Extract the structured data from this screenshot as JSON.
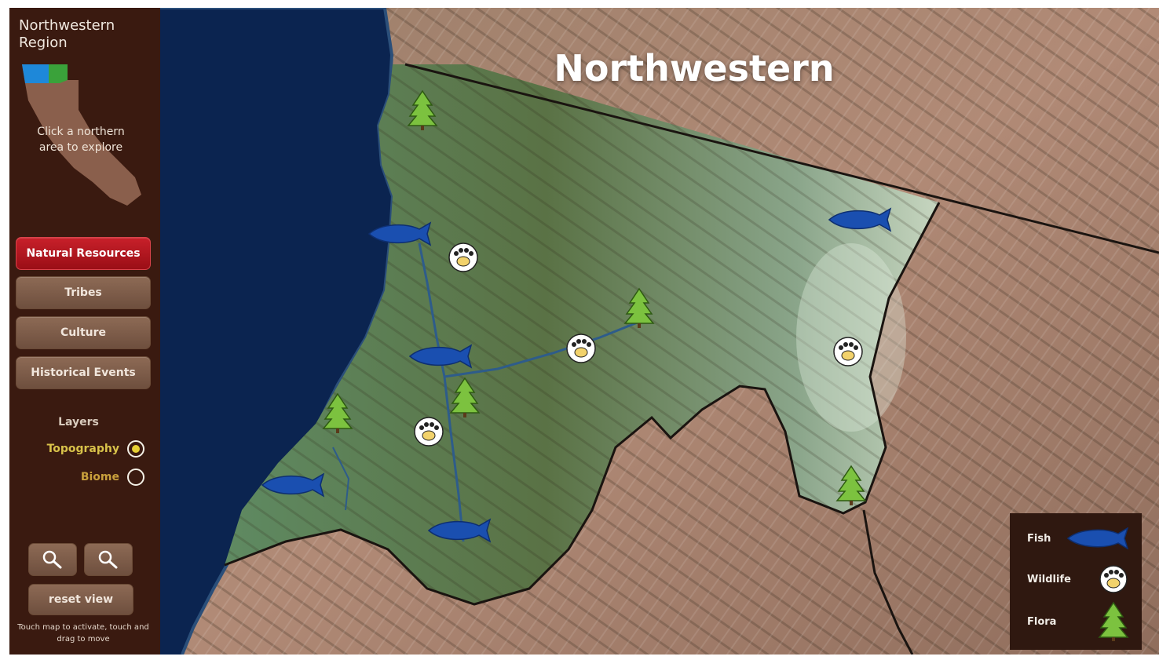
{
  "sidebar": {
    "region_title": "Northwestern Region",
    "thumbnail_instruction": "Click a northern area to explore",
    "nav": [
      {
        "label": "Natural Resources",
        "active": true
      },
      {
        "label": "Tribes",
        "active": false
      },
      {
        "label": "Culture",
        "active": false
      },
      {
        "label": "Historical Events",
        "active": false
      }
    ],
    "layers": {
      "title": "Layers",
      "options": [
        {
          "label": "Topography",
          "selected": true
        },
        {
          "label": "Biome",
          "selected": false
        }
      ]
    },
    "zoom_in_icon": "magnifier-icon",
    "zoom_out_icon": "magnifier-icon",
    "reset_label": "reset view",
    "touch_hint": "Touch map to activate, touch and drag to move"
  },
  "map": {
    "title": "Northwestern",
    "colors": {
      "ocean": "#0b2450",
      "terrain": "#a8826e",
      "region": "#5b7a58",
      "fish": "#1a4fb0",
      "paw": "#f2d26b",
      "tree": "#7cc23f"
    }
  },
  "legend": {
    "items": [
      {
        "label": "Fish",
        "icon": "fish-icon"
      },
      {
        "label": "Wildlife",
        "icon": "paw-icon"
      },
      {
        "label": "Flora",
        "icon": "tree-icon"
      }
    ]
  }
}
